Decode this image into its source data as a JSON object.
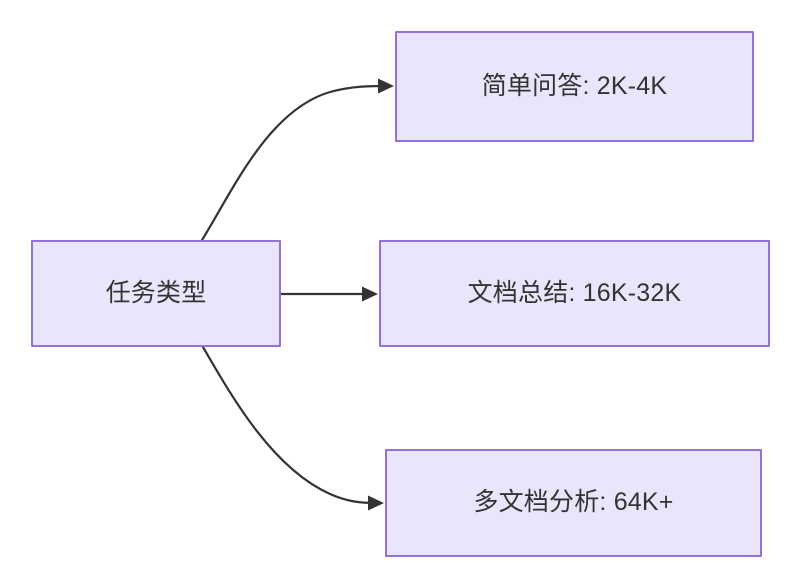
{
  "diagram": {
    "type": "flowchart",
    "direction": "left-to-right",
    "background_color": "#ffffff",
    "node_fill_color": "#e9e5fa",
    "node_border_color": "#9370db",
    "node_text_color": "#333333",
    "edge_color": "#333333",
    "nodes": [
      {
        "id": "task-type",
        "label": "任务类型",
        "role": "source"
      },
      {
        "id": "simple-qa",
        "label": "简单问答: 2K-4K",
        "role": "target"
      },
      {
        "id": "doc-summary",
        "label": "文档总结: 16K-32K",
        "role": "target"
      },
      {
        "id": "multi-doc",
        "label": "多文档分析: 64K+",
        "role": "target"
      }
    ],
    "edges": [
      {
        "id": "edge-task-to-simple-qa",
        "from": "task-type",
        "to": "simple-qa",
        "label": "",
        "style": "curved",
        "arrow": "filled-triangle"
      },
      {
        "id": "edge-task-to-doc-summary",
        "from": "task-type",
        "to": "doc-summary",
        "label": "",
        "style": "straight",
        "arrow": "filled-triangle"
      },
      {
        "id": "edge-task-to-multi-doc",
        "from": "task-type",
        "to": "multi-doc",
        "label": "",
        "style": "curved",
        "arrow": "filled-triangle"
      }
    ]
  }
}
